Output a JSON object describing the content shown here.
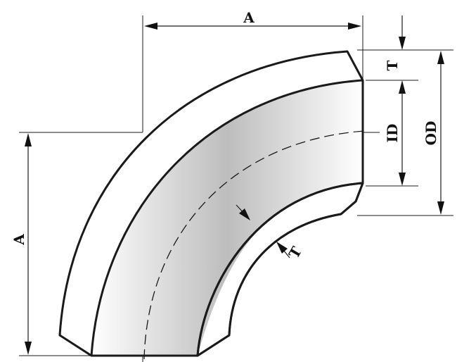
{
  "labels": {
    "width_top": "A",
    "height_left": "A",
    "wall_thickness_top": "T",
    "inner_diameter": "ID",
    "outer_diameter": "OD",
    "wall_thickness_inner": "T"
  }
}
